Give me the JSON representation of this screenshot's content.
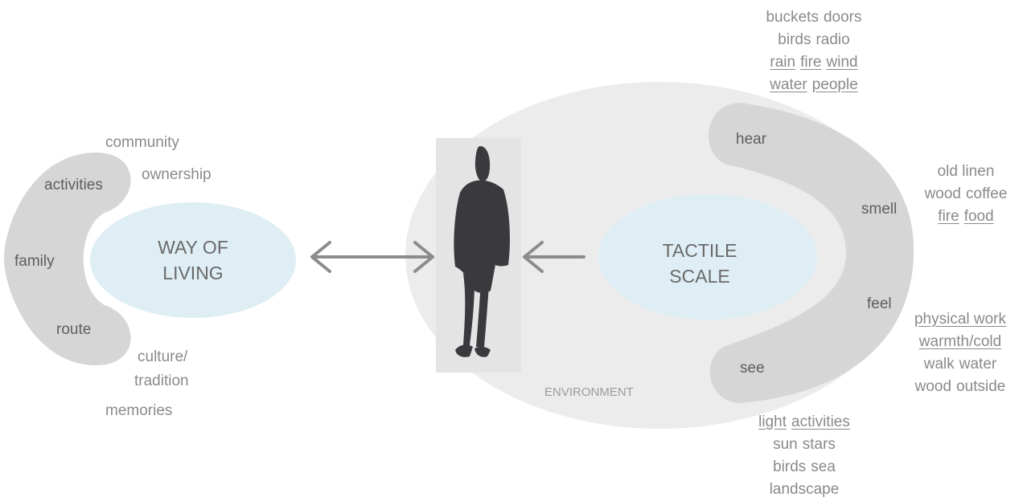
{
  "left": {
    "center_lines": [
      "WAY OF",
      "LIVING"
    ],
    "arc_labels": {
      "activities": "activities",
      "family": "family",
      "route": "route"
    },
    "outer": {
      "community": "community",
      "ownership": "ownership",
      "culture": "culture/",
      "tradition": "tradition",
      "memories": "memories"
    }
  },
  "right": {
    "center_lines": [
      "TACTILE",
      "SCALE"
    ],
    "environment": "ENVIRONMENT",
    "arc_labels": {
      "hear": "hear",
      "smell": "smell",
      "feel": "feel",
      "see": "see"
    },
    "hear_words": [
      [
        {
          "t": "buckets",
          "u": false
        },
        {
          "t": "doors",
          "u": false
        }
      ],
      [
        {
          "t": "birds",
          "u": false
        },
        {
          "t": "radio",
          "u": false
        }
      ],
      [
        {
          "t": "rain",
          "u": true
        },
        {
          "t": "fire",
          "u": true
        },
        {
          "t": "wind",
          "u": true
        }
      ],
      [
        {
          "t": "water",
          "u": true
        },
        {
          "t": "people",
          "u": true
        }
      ]
    ],
    "smell_words": [
      [
        {
          "t": "old linen",
          "u": false
        }
      ],
      [
        {
          "t": "wood",
          "u": false
        },
        {
          "t": "coffee",
          "u": false
        }
      ],
      [
        {
          "t": "fire",
          "u": true
        },
        {
          "t": "food",
          "u": true
        }
      ]
    ],
    "feel_words": [
      [
        {
          "t": "physical work",
          "u": true
        }
      ],
      [
        {
          "t": "warmth/cold",
          "u": true
        }
      ],
      [
        {
          "t": "walk",
          "u": false
        },
        {
          "t": "water",
          "u": false
        }
      ],
      [
        {
          "t": "wood",
          "u": false
        },
        {
          "t": "outside",
          "u": false
        }
      ]
    ],
    "see_words": [
      [
        {
          "t": "light",
          "u": true
        },
        {
          "t": "activities",
          "u": true
        }
      ],
      [
        {
          "t": "sun",
          "u": false
        },
        {
          "t": "stars",
          "u": false
        }
      ],
      [
        {
          "t": "birds",
          "u": false
        },
        {
          "t": "sea",
          "u": false
        }
      ],
      [
        {
          "t": "landscape",
          "u": false
        }
      ]
    ]
  },
  "colors": {
    "blue": "#deeef4",
    "grey_arc": "#d6d6d7",
    "env": "#ececec",
    "arrow": "#8c8c8c",
    "figure": "#3a3a3e"
  }
}
